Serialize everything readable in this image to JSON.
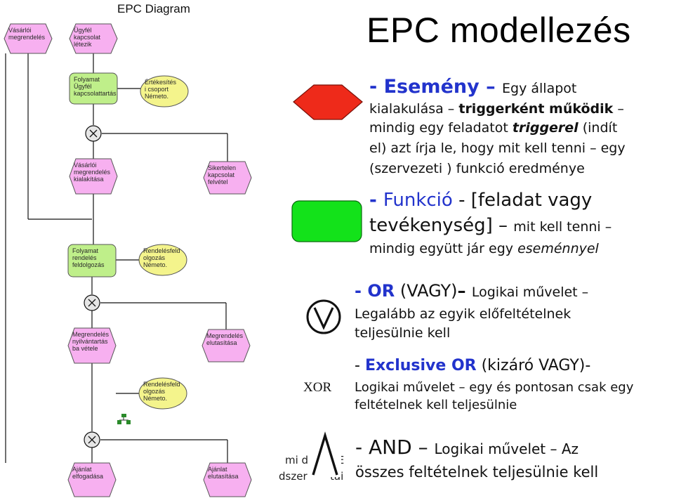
{
  "diagram": {
    "title": "EPC Diagram",
    "nodes": {
      "event_1": [
        "Vásárlói",
        "megrendelés"
      ],
      "event_2": [
        "Ügyfél",
        "kapcsolat",
        "létezik"
      ],
      "func_1": [
        "Folyamat",
        "Ügyfél",
        "kapcsolattartás"
      ],
      "org_1": [
        "Értékesítés",
        "i csoport",
        "Németo."
      ],
      "event_3": [
        "Vásárlói",
        "megrendelés",
        "kialakítása"
      ],
      "event_4": [
        "Sikertelen",
        "kapcsolat",
        "felvétel"
      ],
      "func_2": [
        "Folyamat",
        "rendelés",
        "feldolgozás"
      ],
      "org_2": [
        "Rendelésfeld",
        "olgozás",
        "Németo."
      ],
      "event_5": [
        "Megrendelés",
        "nyilvántartás",
        "ba vétele"
      ],
      "event_6": [
        "Megrendelés",
        "elutasítása"
      ],
      "org_3": [
        "Rendelésfeld",
        "olgozás",
        "Németo."
      ],
      "event_7": [
        "Ajánlat",
        "elfogadása"
      ],
      "event_8": [
        "Ajánlat",
        "elutasítása"
      ]
    },
    "truncated_lines": [
      "mi do",
      ",E",
      "dszer",
      "tai"
    ],
    "colors": {
      "event": "#f7b0f0",
      "function": "#bfef8a",
      "org": "#f4f48c",
      "connector": "#e6e6e6",
      "line": "#111111"
    }
  },
  "slide": {
    "title": "EPC modellezés",
    "colors": {
      "event_symbol": "#ee2a1a",
      "function_symbol": "#13e21a",
      "keyword": "#2233cc"
    },
    "event_desc": {
      "dash": "- ",
      "keyword": "Esemény",
      "sep": " – ",
      "t1": "Egy állapot",
      "t2": "kialakulása – ",
      "t2b": "triggerként működik",
      "t2c": " –",
      "t3": "mindig egy feladatot ",
      "t3b": "triggerel",
      "t3c": " (indít",
      "t4": "el) azt írja le, hogy mit kell tenni – egy",
      "t5": "(szervezeti ) funkció eredménye"
    },
    "function_desc": {
      "dash": "- ",
      "keyword": "Funkció",
      "t1": " - [feladat vagy",
      "t2": "tevékenység] – ",
      "t2b": "mit kell tenni –",
      "t3": "mindig együtt jár egy ",
      "t3b": "eseménnyel"
    },
    "or_desc": {
      "dash": "- ",
      "keyword": "OR",
      "t1": " (VAGY)",
      "t1b": "– ",
      "t1c": "Logikai művelet –",
      "t2": "Legalább az egyik előfeltételnek",
      "t3": "teljesülnie kell"
    },
    "xor_symbol": "XOR",
    "xor_desc": {
      "dash": "- ",
      "keyword": "Exclusive OR",
      "t1": " (kizáró VAGY)-",
      "t2": "Logikai művelet – egy és pontosan csak egy",
      "t3": "feltételnek kell teljesülnie"
    },
    "and_desc": {
      "t1": "- AND – ",
      "t1b": "Logikai művelet – Az",
      "t2": "összes feltételnek teljesülnie kell"
    }
  }
}
